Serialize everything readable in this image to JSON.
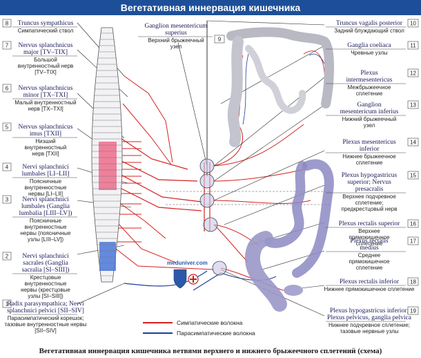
{
  "header": {
    "title": "Вегетативная иннервация кишечника"
  },
  "caption": "Вегетативная иннервация кишечника ветвями верхнего и нижнего брыжеечного сплетений (схема)",
  "legend": {
    "sympathetic": "Симпатические волокна",
    "parasympathetic": "Парасимпатические волокна",
    "sympathetic_color": "#d42020",
    "parasympathetic_color": "#1d3f9a"
  },
  "watermark": "meduniver.com",
  "left_labels": [
    {
      "num": "8",
      "lat": [
        "Truncus sympathicus"
      ],
      "ru": [
        "Симпатический ствол"
      ]
    },
    {
      "num": "7",
      "lat": [
        "Nervus splanchnicus",
        "major [TV–TIX]"
      ],
      "ru": [
        "Большой",
        "внутренностный нерв",
        "[TV–TIX]"
      ]
    },
    {
      "num": "6",
      "lat": [
        "Nervus splanchnicus",
        "minor [TX–TXI]"
      ],
      "ru": [
        "Малый внутренностный",
        "нерв [TX–TXI]"
      ]
    },
    {
      "num": "5",
      "lat": [
        "Nervus splanchnicus",
        "imus [TXII]"
      ],
      "ru": [
        "Низший",
        "внутренностный",
        "нерв [TXII]"
      ]
    },
    {
      "num": "4",
      "lat": [
        "Nervi splanchnici",
        "lumbales [LI–LII]"
      ],
      "ru": [
        "Поясничные",
        "внутренностные",
        "нервы [LI–LII]"
      ]
    },
    {
      "num": "3",
      "lat": [
        "Nervi splanchnici",
        "lumbales (Ganglia",
        "lumbalia [LIII–LV])"
      ],
      "ru": [
        "Поясничные",
        "внутренностные",
        "нервы (поясничные",
        "узлы [LIII–LV])"
      ]
    },
    {
      "num": "2",
      "lat": [
        "Nervi splanchnici",
        "sacrales (Ganglia",
        "sacralia [SI–SIII])"
      ],
      "ru": [
        "Крестцовые",
        "внутренностные",
        "нервы (крестцовые",
        "узлы [SI–SIII])"
      ]
    },
    {
      "num": "1",
      "lat": [
        "Radix parasympathica; Nervi",
        "splanchnici pelvici [SII–SIV]"
      ],
      "ru": [
        "Парасимпатический корешок;",
        "тазовые внутренностные нервы",
        "[SII–SIV]"
      ]
    }
  ],
  "center_label": {
    "num": "9",
    "lat": [
      "Ganglion mesentericum",
      "superius"
    ],
    "ru": [
      "Верхний брыжеечный",
      "узел"
    ]
  },
  "right_labels": [
    {
      "num": "10",
      "lat": [
        "Truncus vagalis posterior"
      ],
      "ru": [
        "Задний блуждающий ствол"
      ]
    },
    {
      "num": "11",
      "lat": [
        "Ganglia coeliaca"
      ],
      "ru": [
        "Чревные узлы"
      ]
    },
    {
      "num": "12",
      "lat": [
        "Plexus",
        "intermesentericus"
      ],
      "ru": [
        "Межбрыжеечное",
        "сплетение"
      ]
    },
    {
      "num": "13",
      "lat": [
        "Ganglion",
        "mesentericum inferius"
      ],
      "ru": [
        "Нижний брыжеечный",
        "узел"
      ]
    },
    {
      "num": "14",
      "lat": [
        "Plexus mesentericus",
        "inferior"
      ],
      "ru": [
        "Нижнее брыжеечное",
        "сплетение"
      ]
    },
    {
      "num": "15",
      "lat": [
        "Plexus hypogastricus",
        "superior; Nervus",
        "presacralis"
      ],
      "ru": [
        "Верхнее подчревное",
        "сплетение;",
        "предкрестцовый нерв"
      ]
    },
    {
      "num": "16",
      "lat": [
        "Plexus rectalis superior"
      ],
      "ru": [
        "Верхнее",
        "прямокишечное",
        "сплетение"
      ]
    },
    {
      "num": "17",
      "lat": [
        "Plexus rectalis",
        "medius"
      ],
      "ru": [
        "Среднее",
        "прямокишечное",
        "сплетение"
      ]
    },
    {
      "num": "18",
      "lat": [
        "Plexus rectalis inferior"
      ],
      "ru": [
        "Нижнее прямокишечное сплетение"
      ]
    },
    {
      "num": "19",
      "lat": [
        "Plexus hypogastricus inferior;",
        "Plexus pelvicus, ganglia pelvica"
      ],
      "ru": [
        "Нижнее подчревное сплетение;",
        "тазовые нервные узлы"
      ]
    }
  ]
}
